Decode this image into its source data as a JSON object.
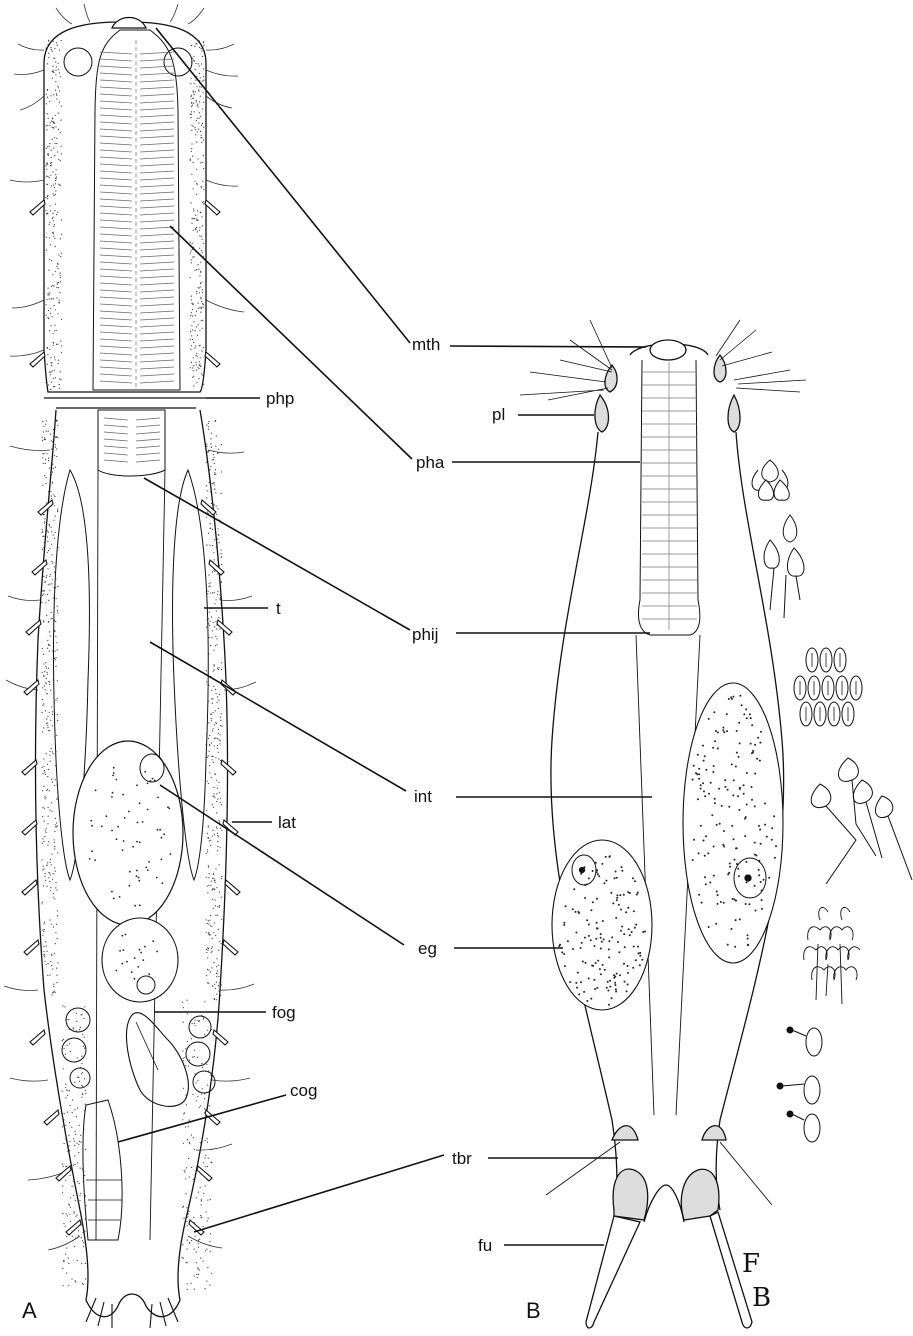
{
  "panels": [
    {
      "id": "A",
      "label": "A"
    },
    {
      "id": "B",
      "label": "B"
    }
  ],
  "labels": {
    "mth": "mth",
    "php": "php",
    "pl": "pl",
    "pha": "pha",
    "t": "t",
    "phij": "phij",
    "int": "int",
    "lat": "lat",
    "eg": "eg",
    "fog": "fog",
    "cog": "cog",
    "tbr": "tbr",
    "fu": "fu"
  },
  "signature": {
    "top": "F",
    "bottom": "B"
  },
  "colors": {
    "ink": "#111111",
    "fine": "#444444",
    "stipple": "#333333",
    "paper": "#ffffff"
  }
}
